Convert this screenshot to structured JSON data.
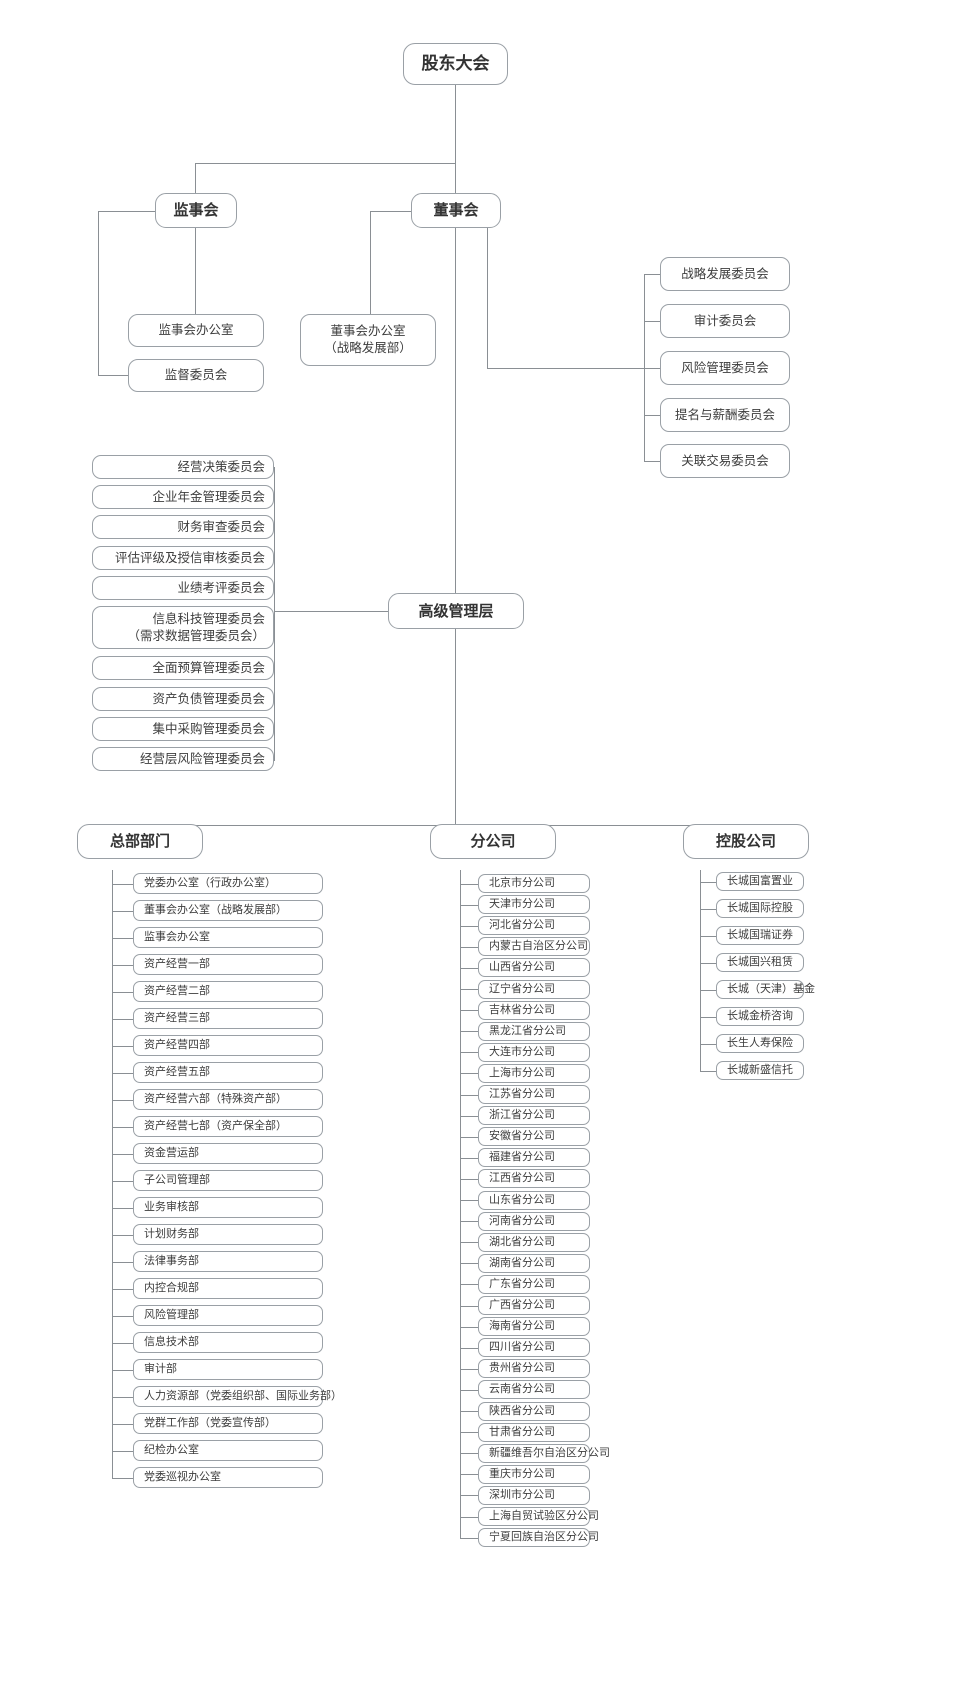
{
  "meta": {
    "title": "组织架构图",
    "line_color": "#8a8f94",
    "box_border_color": "#9aa0a6",
    "text_color": "#3d3d3d",
    "background": "#ffffff"
  },
  "top": {
    "shareholders_meeting": "股东大会"
  },
  "level2": {
    "supervisory_board": "监事会",
    "board_of_directors": "董事会"
  },
  "supervisory_children": [
    "监事会办公室",
    "监督委员会"
  ],
  "board_office": {
    "line1": "董事会办公室",
    "line2": "（战略发展部）"
  },
  "board_committees": [
    "战略发展委员会",
    "审计委员会",
    "风险管理委员会",
    "提名与薪酬委员会",
    "关联交易委员会"
  ],
  "senior_management": {
    "label": "高级管理层"
  },
  "management_committees": [
    {
      "line1": "经营决策委员会",
      "line2": ""
    },
    {
      "line1": "企业年金管理委员会",
      "line2": ""
    },
    {
      "line1": "财务审查委员会",
      "line2": ""
    },
    {
      "line1": "评估评级及授信审核委员会",
      "line2": ""
    },
    {
      "line1": "业绩考评委员会",
      "line2": ""
    },
    {
      "line1": "信息科技管理委员会",
      "line2": "（需求数据管理委员会）"
    },
    {
      "line1": "全面预算管理委员会",
      "line2": ""
    },
    {
      "line1": "资产负债管理委员会",
      "line2": ""
    },
    {
      "line1": "集中采购管理委员会",
      "line2": ""
    },
    {
      "line1": "经营层风险管理委员会",
      "line2": ""
    }
  ],
  "groups": {
    "headquarters": "总部部门",
    "branches": "分公司",
    "holdings": "控股公司"
  },
  "headquarters_departments": [
    "党委办公室（行政办公室）",
    "董事会办公室（战略发展部）",
    "监事会办公室",
    "资产经营一部",
    "资产经营二部",
    "资产经营三部",
    "资产经营四部",
    "资产经营五部",
    "资产经营六部（特殊资产部）",
    "资产经营七部（资产保全部）",
    "资金营运部",
    "子公司管理部",
    "业务审核部",
    "计划财务部",
    "法律事务部",
    "内控合规部",
    "风险管理部",
    "信息技术部",
    "审计部",
    "人力资源部（党委组织部、国际业务部）",
    "党群工作部（党委宣传部）",
    "纪检办公室",
    "党委巡视办公室"
  ],
  "branch_companies": [
    "北京市分公司",
    "天津市分公司",
    "河北省分公司",
    "内蒙古自治区分公司",
    "山西省分公司",
    "辽宁省分公司",
    "吉林省分公司",
    "黑龙江省分公司",
    "大连市分公司",
    "上海市分公司",
    "江苏省分公司",
    "浙江省分公司",
    "安徽省分公司",
    "福建省分公司",
    "江西省分公司",
    "山东省分公司",
    "河南省分公司",
    "湖北省分公司",
    "湖南省分公司",
    "广东省分公司",
    "广西省分公司",
    "海南省分公司",
    "四川省分公司",
    "贵州省分公司",
    "云南省分公司",
    "陕西省分公司",
    "甘肃省分公司",
    "新疆维吾尔自治区分公司",
    "重庆市分公司",
    "深圳市分公司",
    "上海自贸试验区分公司",
    "宁夏回族自治区分公司"
  ],
  "holding_companies": [
    "长城国富置业",
    "长城国际控股",
    "长城国瑞证券",
    "长城国兴租赁",
    "长城（天津）基金",
    "长城金桥咨询",
    "长生人寿保险",
    "长城新盛信托"
  ]
}
